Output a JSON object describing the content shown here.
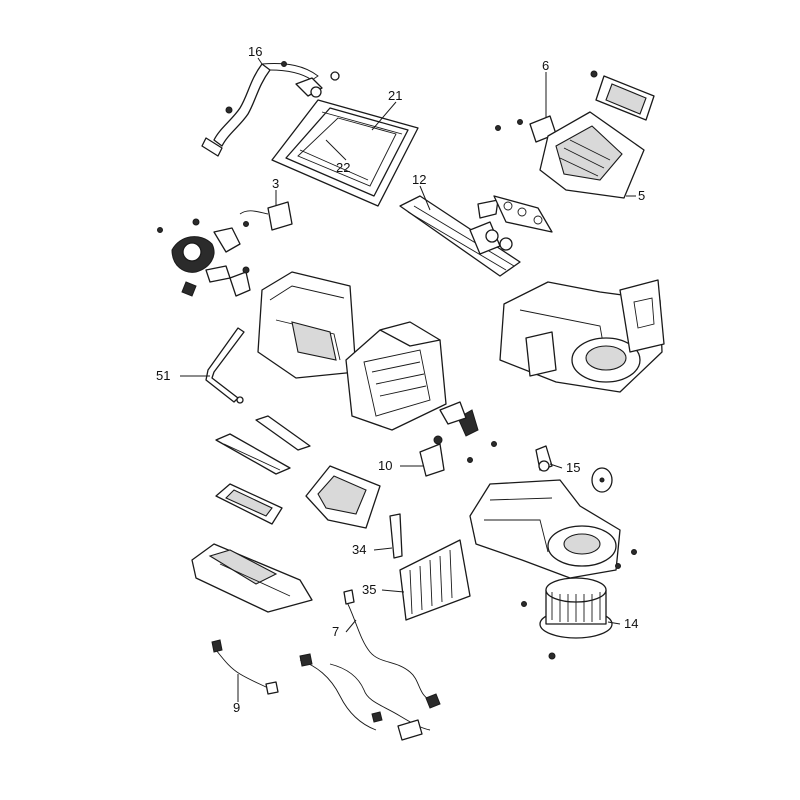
{
  "callouts": {
    "p16": "16",
    "p21": "21",
    "p22": "22",
    "p3": "3",
    "p12": "12",
    "p6": "6",
    "p5": "5",
    "p51": "51",
    "p10": "10",
    "p15": "15",
    "p34": "34",
    "p35": "35",
    "p7": "7",
    "p14": "14",
    "p9": "9"
  }
}
